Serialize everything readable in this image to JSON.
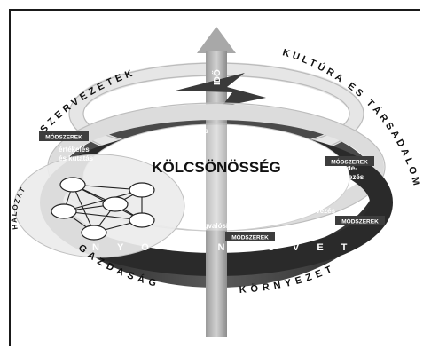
{
  "center_title": "KÖLCSÖNÖSSÉG",
  "time_axis_label": "IDŐ",
  "ring_labels": {
    "top_left": "SZERVEZETEK",
    "top_right": "KULTÚRA ÉS TÁRSADALOM",
    "bottom_left": "GAZDASÁG",
    "bottom_right": "KÖRNYEZET",
    "inner_bottom": "NYOMONKÖVETÉS",
    "network": "HÁLÓZAT"
  },
  "stages": {
    "maintenance": "fenntartás",
    "evaluation": "értékelés és kutatás",
    "initiative": "kezde- ményezés",
    "planning": "tervezés",
    "implementation": "megvalósítás"
  },
  "method_badge": "MÓDSZEREK",
  "colors": {
    "dark_ring": "#3a3a3a",
    "light_ring": "#d9d9d9",
    "arrow": "#b0b0b0",
    "badge_bg": "#3d3d3d",
    "badge_text": "#ffffff"
  }
}
